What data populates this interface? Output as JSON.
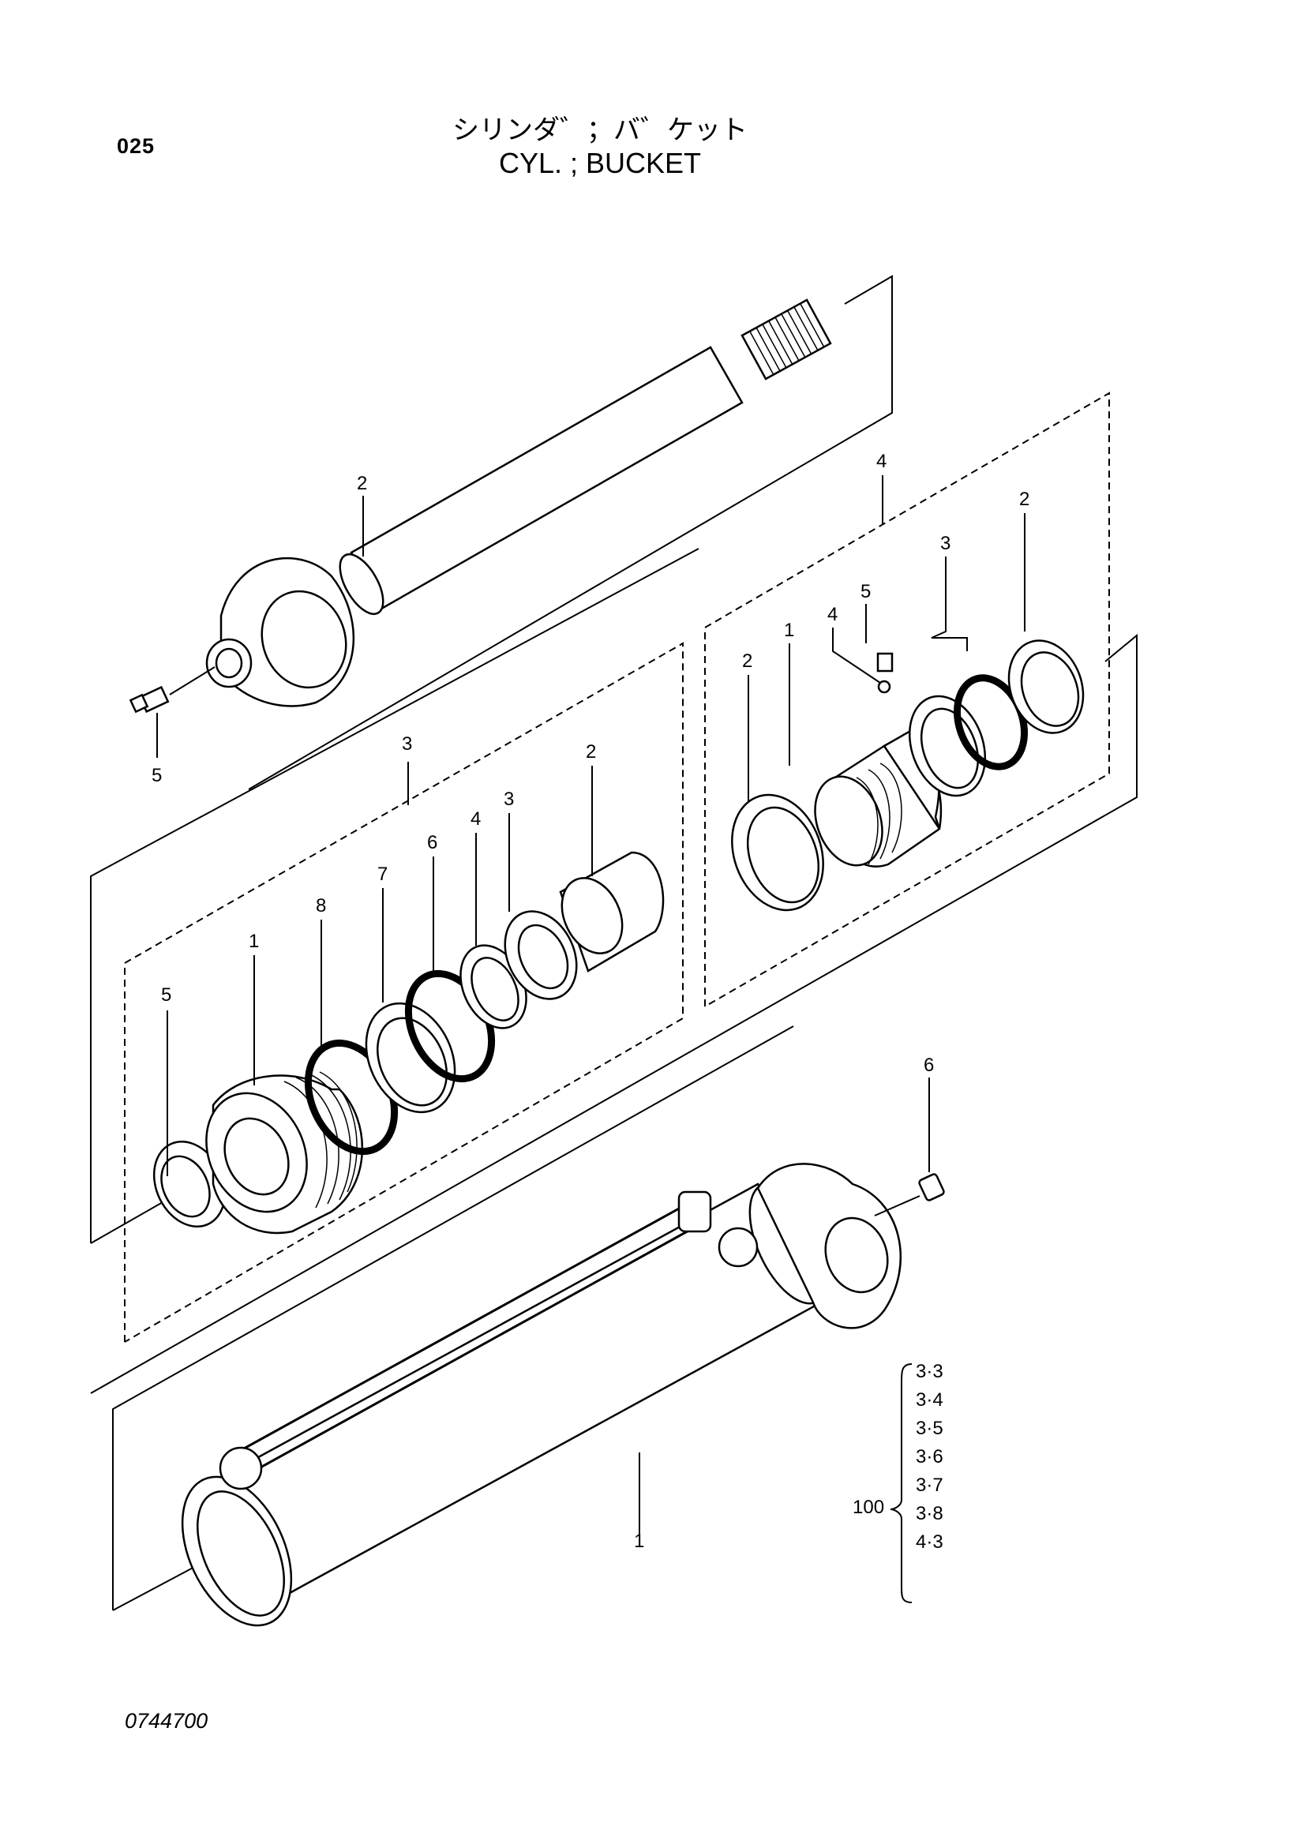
{
  "header": {
    "page_number": "025",
    "title_jp": "シリンダ゛；バ゛ケット",
    "title_en": "CYL. ; BUCKET"
  },
  "footer": {
    "drawing_number": "0744700"
  },
  "callouts": {
    "rod_group": {
      "rod": "2",
      "grease_fitting": "5"
    },
    "head_group": {
      "group": "3",
      "items": [
        "5",
        "1",
        "8",
        "7",
        "6",
        "4",
        "3",
        "2"
      ]
    },
    "piston_group": {
      "group": "4",
      "items": [
        "2",
        "1",
        "4",
        "5",
        "3",
        "2"
      ]
    },
    "tube_group": {
      "tube": "1",
      "grease_fitting": "6"
    }
  },
  "kit": {
    "number": "100",
    "items": [
      "3·3",
      "3·4",
      "3·5",
      "3·6",
      "3·7",
      "3·8",
      "4·3"
    ]
  }
}
